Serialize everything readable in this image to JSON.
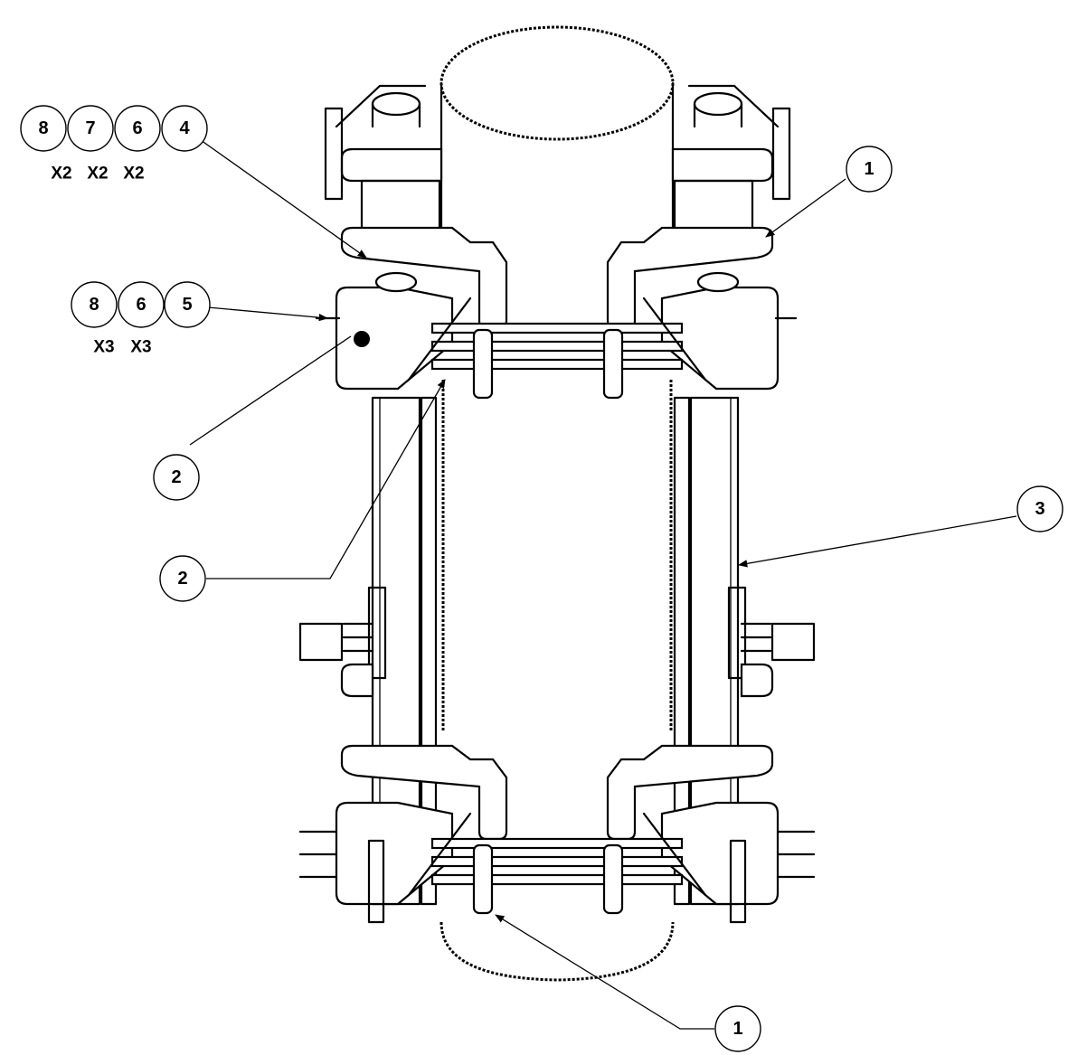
{
  "callouts": {
    "top_left_row": [
      "8",
      "7",
      "6",
      "4"
    ],
    "top_left_qty": [
      "X2",
      "X2",
      "X2"
    ],
    "mid_left_row": [
      "8",
      "6",
      "5"
    ],
    "mid_left_qty": [
      "X3",
      "X3"
    ],
    "item_1_upper": "1",
    "item_2_upper": "2",
    "item_2_lower": "2",
    "item_3": "3",
    "item_1_lower": "1"
  },
  "colors": {
    "line": "#000000",
    "background": "#ffffff"
  }
}
